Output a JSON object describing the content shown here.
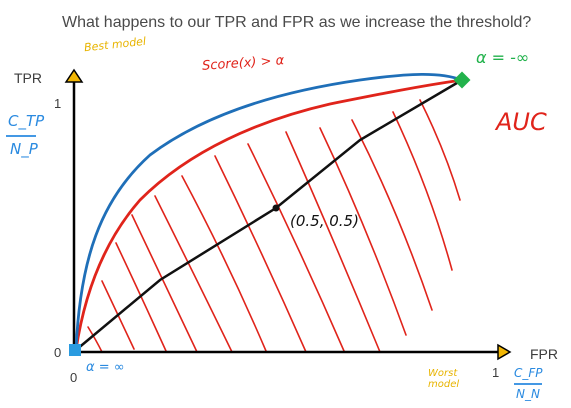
{
  "title": "What happens to our TPR and FPR as we increase the threshold?",
  "axes": {
    "y_label": "TPR",
    "x_label": "FPR",
    "y_tick_top": "1",
    "y_tick_zero": "0",
    "x_tick_zero": "0",
    "x_tick_one": "1"
  },
  "annotations": {
    "best_model": "Best model",
    "score_rule": "Score(x) > α",
    "alpha_neg_inf": "α = -∞",
    "alpha_inf": "α = ∞",
    "auc": "AUC",
    "midpoint": "(0.5, 0.5)",
    "worst_model": "Worst model",
    "tpr_numerator": "C_TP",
    "tpr_denominator": "N_P",
    "fpr_numerator": "C_FP",
    "fpr_denominator": "N_N"
  },
  "colors": {
    "axis": "#000000",
    "arrow_head": "#f2b705",
    "diagonal": "#111111",
    "red_curve": "#e0241b",
    "blue_curve": "#1f6fb8",
    "hatch": "#e0241b",
    "start_dot": "#2a9be0",
    "end_dot": "#22b24c",
    "annotation_blue": "#2a8ae0",
    "annotation_red": "#e0241b",
    "annotation_yellow": "#e8b400",
    "annotation_green": "#22b24c",
    "title_text": "#4a4a4a"
  }
}
